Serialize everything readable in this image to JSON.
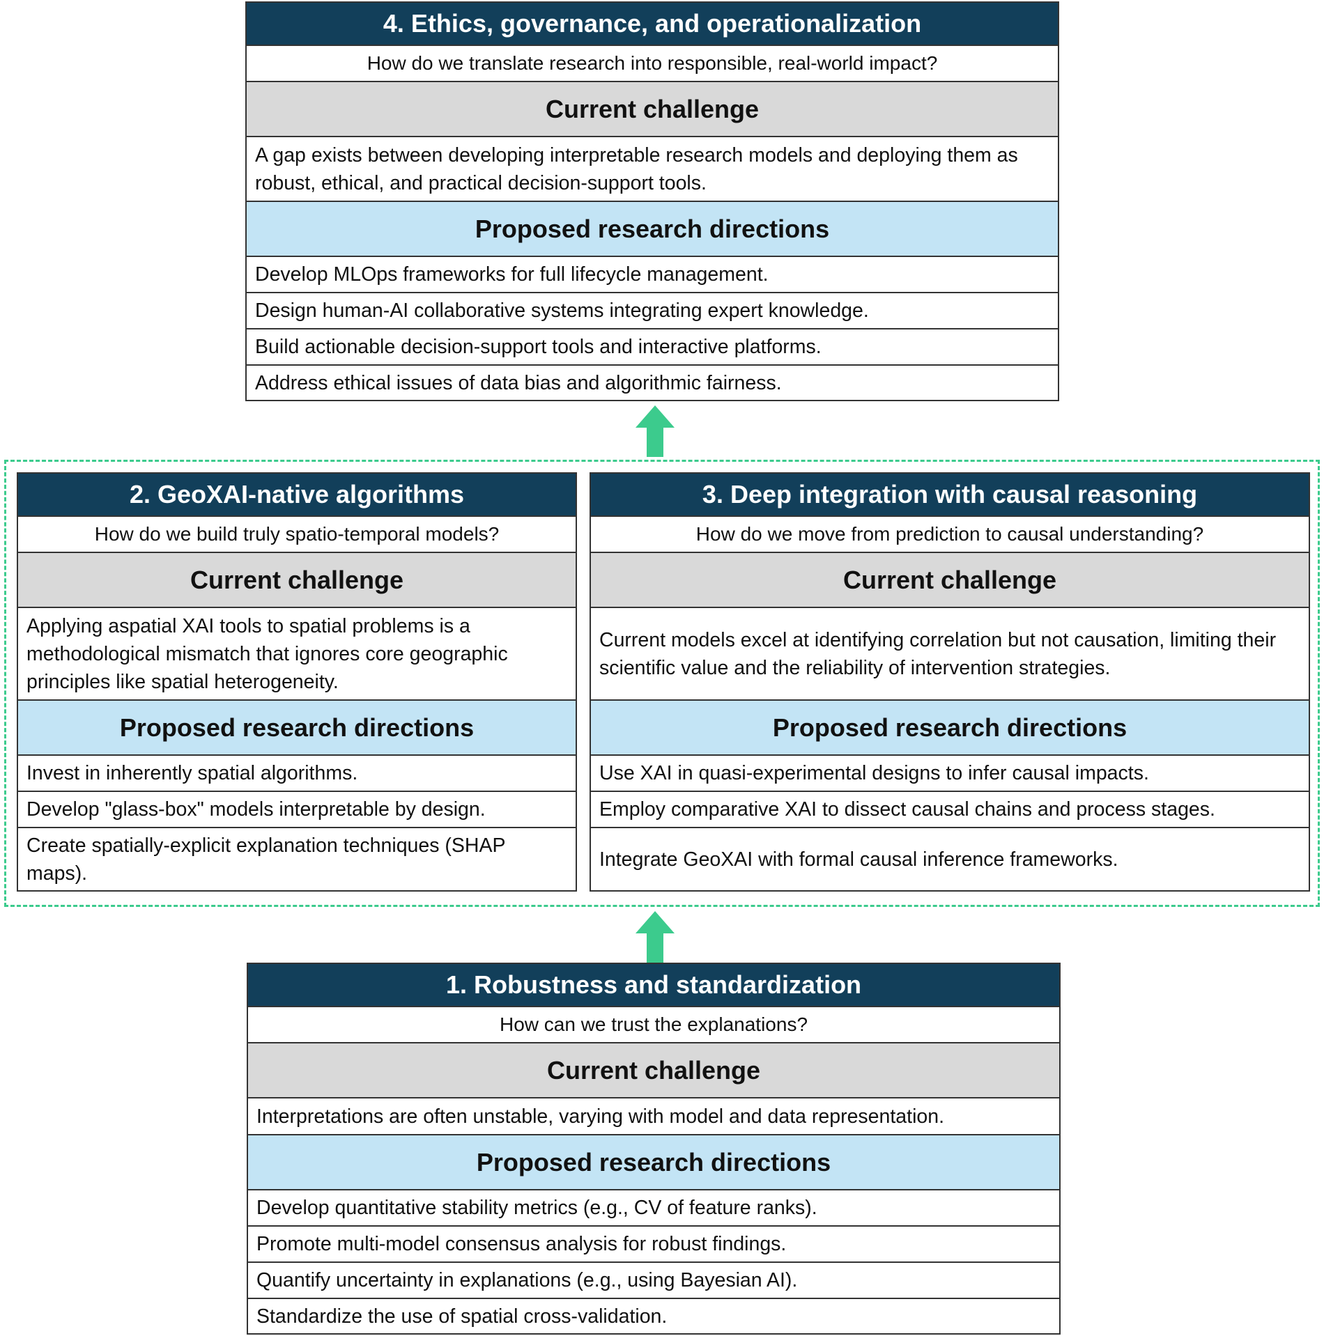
{
  "colors": {
    "header_bg": "#123f5a",
    "challenge_bg": "#d9d9d9",
    "directions_bg": "#c3e4f5",
    "arrow": "#3ccb8d",
    "dashed_border": "#3ccb8d"
  },
  "panel4": {
    "title": "4. Ethics, governance, and operationalization",
    "question": "How do we translate research into responsible, real-world impact?",
    "challenge_heading": "Current challenge",
    "challenge_text": "A gap exists between developing interpretable research models and deploying them as robust, ethical, and practical decision-support tools.",
    "directions_heading": "Proposed research directions",
    "directions": [
      "Develop MLOps frameworks for full lifecycle management.",
      "Design human-AI collaborative systems integrating expert knowledge.",
      "Build actionable decision-support tools and interactive platforms.",
      "Address ethical issues of data bias and algorithmic fairness."
    ]
  },
  "panel2": {
    "title": "2. GeoXAI-native algorithms",
    "question": "How do we build truly spatio-temporal models?",
    "challenge_heading": "Current challenge",
    "challenge_text": "Applying aspatial XAI tools to spatial problems is a methodological mismatch that ignores core geographic principles like spatial heterogeneity.",
    "directions_heading": "Proposed research directions",
    "directions": [
      "Invest in inherently spatial algorithms.",
      "Develop \"glass-box\" models interpretable by design.",
      "Create spatially-explicit explanation techniques (SHAP maps)."
    ]
  },
  "panel3": {
    "title": "3. Deep integration with causal reasoning",
    "question": "How do we move from prediction to causal understanding?",
    "challenge_heading": "Current challenge",
    "challenge_text": "Current models excel at identifying correlation but not causation, limiting their scientific value and the reliability of intervention strategies.",
    "directions_heading": "Proposed research directions",
    "directions": [
      "Use XAI in quasi-experimental designs to infer causal impacts.",
      "Employ comparative XAI to dissect causal chains and process stages.",
      "Integrate GeoXAI with formal causal inference frameworks."
    ]
  },
  "panel1": {
    "title": "1. Robustness and standardization",
    "question": "How can we trust the explanations?",
    "challenge_heading": "Current challenge",
    "challenge_text": "Interpretations are often unstable, varying with model and data representation.",
    "directions_heading": "Proposed research directions",
    "directions": [
      "Develop quantitative stability metrics (e.g., CV of feature ranks).",
      "Promote multi-model consensus analysis for robust findings.",
      "Quantify uncertainty in explanations (e.g., using Bayesian AI).",
      "Standardize the use of spatial cross-validation."
    ]
  }
}
